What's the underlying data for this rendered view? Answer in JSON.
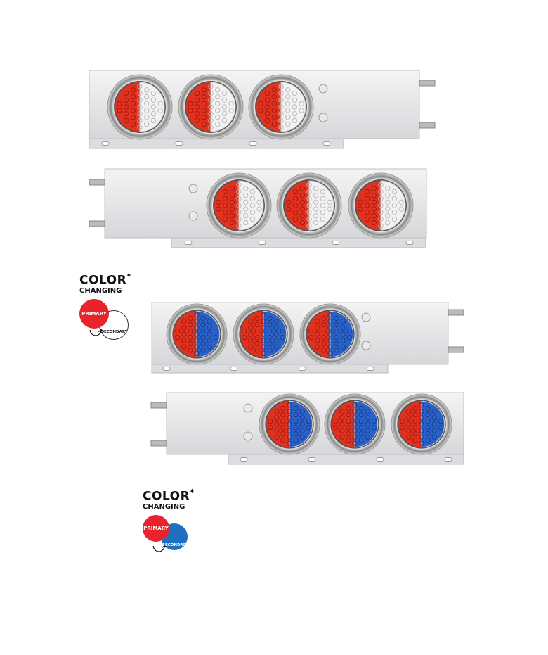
{
  "colors": {
    "plate": "#e3e4e6",
    "chrome": "#c9cbce",
    "red": "#e0321f",
    "white": "#f2f2f2",
    "blue": "#2a62c9",
    "logo_red": "#e8232b",
    "logo_blue": "#1f6fc1"
  },
  "bars": [
    {
      "lens": "red-white",
      "stud_side": "right"
    },
    {
      "lens": "red-white",
      "stud_side": "left"
    },
    {
      "lens": "red-blue",
      "stud_side": "right"
    },
    {
      "lens": "red-blue",
      "stud_side": "left"
    }
  ],
  "logos": [
    {
      "title": "COLOR",
      "star": "*",
      "subtitle": "CHANGING",
      "primary": "PRIMARY",
      "secondary": "SECONDARY",
      "secondary_color": "white"
    },
    {
      "title": "COLOR",
      "star": "*",
      "subtitle": "CHANGING",
      "primary": "PRIMARY",
      "secondary": "SECONDARY",
      "secondary_color": "blue"
    }
  ]
}
